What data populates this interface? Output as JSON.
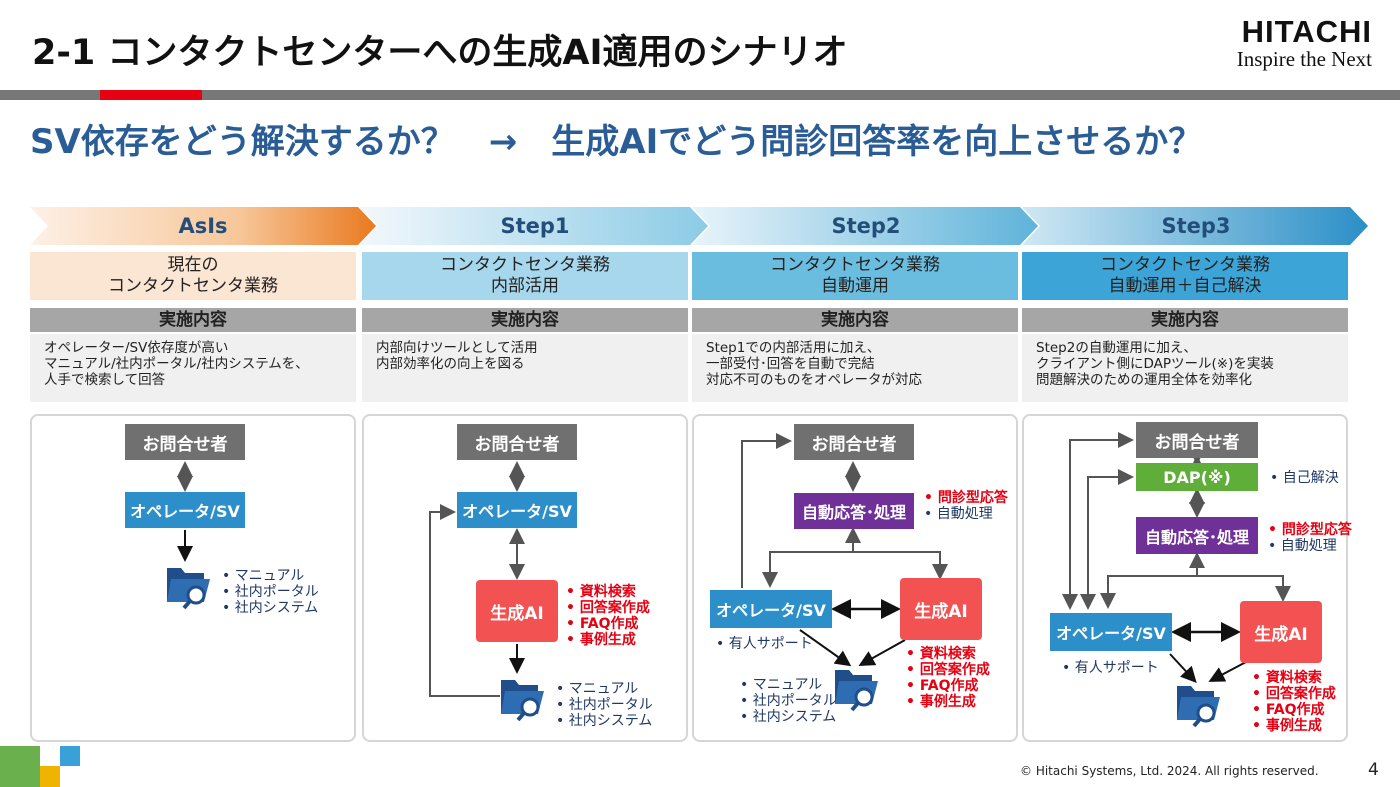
{
  "title": "2-1 コンタクトセンターへの生成AI適用のシナリオ",
  "logo": {
    "brand": "HITACHI",
    "tagline": "Inspire the Next"
  },
  "subtitle": "SV依存をどう解決するか？　→　生成AIでどう問診回答率を向上させるか？",
  "colors": {
    "accent_red": "#e60012",
    "blue": "#2d8fc9",
    "purple": "#6f3198",
    "green": "#5fae3a",
    "heading_blue": "#2a5d96"
  },
  "columns": [
    {
      "step": "AsIs",
      "band": [
        "現在の",
        "コンタクトセンタ業務"
      ],
      "section": "実施内容",
      "desc": [
        "オペレーター/SV依存度が高い",
        "マニュアル/社内ポータル/社内システムを、",
        "人手で検索して回答"
      ]
    },
    {
      "step": "Step1",
      "band": [
        "コンタクトセンタ業務",
        "内部活用"
      ],
      "section": "実施内容",
      "desc": [
        "内部向けツールとして活用",
        "内部効率化の向上を図る"
      ]
    },
    {
      "step": "Step2",
      "band": [
        "コンタクトセンタ業務",
        "自動運用"
      ],
      "section": "実施内容",
      "desc": [
        "Step1での内部活用に加え、",
        "一部受付･回答を自動で完結",
        "対応不可のものをオペレータが対応"
      ]
    },
    {
      "step": "Step3",
      "band": [
        "コンタクトセンタ業務",
        "自動運用＋自己解決"
      ],
      "section": "実施内容",
      "desc": [
        "Step2の自動運用に加え、",
        "クライアント側にDAPツール(※)を実装",
        "問題解決のための運用全体を効率化"
      ]
    }
  ],
  "diagram": {
    "inquirer": "お問合せ者",
    "operator": "オペレータ/SV",
    "genai": "生成AI",
    "auto": "自動応答･処理",
    "dap": "DAP(※)",
    "sources": [
      "マニュアル",
      "社内ポータル",
      "社内システム"
    ],
    "genai_features": [
      "資料検索",
      "回答案作成",
      "FAQ作成",
      "事例生成"
    ],
    "auto_features_red": "問診型応答",
    "auto_features_navy": "自動処理",
    "dap_feature": "自己解決",
    "manned_support": "有人サポート"
  },
  "footer": "© Hitachi Systems, Ltd. 2024. All rights reserved.",
  "page_number": "4"
}
